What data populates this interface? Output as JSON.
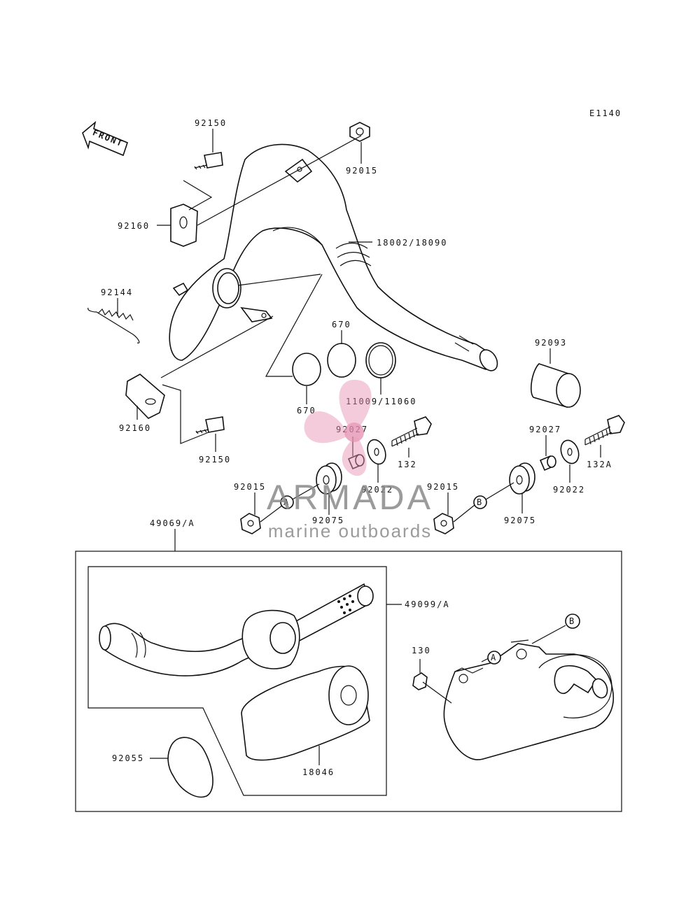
{
  "diagram_code": "E1140",
  "front_label": "FRONT",
  "callouts": {
    "p92150_top": "92150",
    "p92015_top": "92015",
    "p92160_top": "92160",
    "p18002": "18002/18090",
    "p92144": "92144",
    "p670_top": "670",
    "p92093": "92093",
    "p670_bottom": "670",
    "p11009": "11009/11060",
    "p92160_bottom": "92160",
    "p92150_bottom": "92150",
    "p92027_left": "92027",
    "p132": "132",
    "p92027_right": "92027",
    "p132A": "132A",
    "p92015_left": "92015",
    "p92022_left": "92022",
    "p92015_right": "92015",
    "p92022_right": "92022",
    "p92075_left": "92075",
    "p92075_right": "92075",
    "p49069": "49069/A",
    "p49099": "49099/A",
    "p130": "130",
    "p92055": "92055",
    "p18046": "18046"
  },
  "ref_markers": {
    "a": "A",
    "b": "B"
  },
  "watermark": {
    "brand": "ARMADA",
    "tagline": "marine outboards",
    "logo_color": "#e58fb0"
  }
}
